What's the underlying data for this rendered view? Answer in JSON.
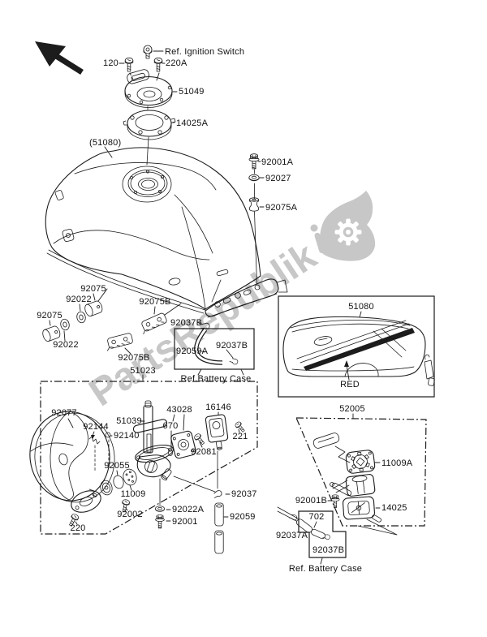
{
  "watermark": {
    "text": "PartsRepublik",
    "color": "#c7c7c7"
  },
  "top_assembly": {
    "ref_ignition_switch": "Ref. Ignition Switch",
    "screw_120": "120",
    "screw_220a": "220A",
    "fuel_cap_51049": "51049",
    "cap_gasket_14025a": "14025A",
    "fuel_tank_51080": "(51080)"
  },
  "tank_mounting": {
    "bolt_92001a": "92001A",
    "washer_92027": "92027",
    "grommet_92075a": "92075A",
    "damper_92075_top": "92075",
    "washer_92022_top": "92022",
    "damper_92075_left": "92075",
    "washer_92022_left": "92022",
    "bracket_92075b_upper": "92075B",
    "bracket_92075b_lower": "92075B"
  },
  "drain_hose_box": {
    "clamp_92037b_outer": "92037B",
    "hose_92059a": "92059A",
    "clamp_92037b_inner": "92037B",
    "ref_battery_case": "Ref.Battery Case"
  },
  "tank_cover_box": {
    "cover_51080": "51080",
    "color_red": "RED"
  },
  "petcock_box": {
    "frame_51023": "51023",
    "lens_92077": "92077",
    "spring_92144": "92144",
    "ring_92140": "92140",
    "fuel_tap_51039": "51039",
    "oring_670": "670",
    "diaphragm_43028": "43028",
    "valve_16146": "16146",
    "screw_92081": "92081",
    "screw_221": "221",
    "oring_92055": "92055",
    "gasket_11009": "11009",
    "screw_92002": "92002",
    "screw_220": "220",
    "washer_92022a": "92022A",
    "bolt_92001": "92001",
    "clamp_92037": "92037",
    "hose_92059": "92059"
  },
  "fuel_gauge_box": {
    "gauge_52005": "52005",
    "gasket_11009a": "11009A",
    "bolt_92001b": "92001B",
    "sender_14025": "14025",
    "hose_702": "702",
    "clamp_92037a": "92037A",
    "clamp_92037b": "92037B",
    "ref_battery_case": "Ref. Battery Case"
  }
}
